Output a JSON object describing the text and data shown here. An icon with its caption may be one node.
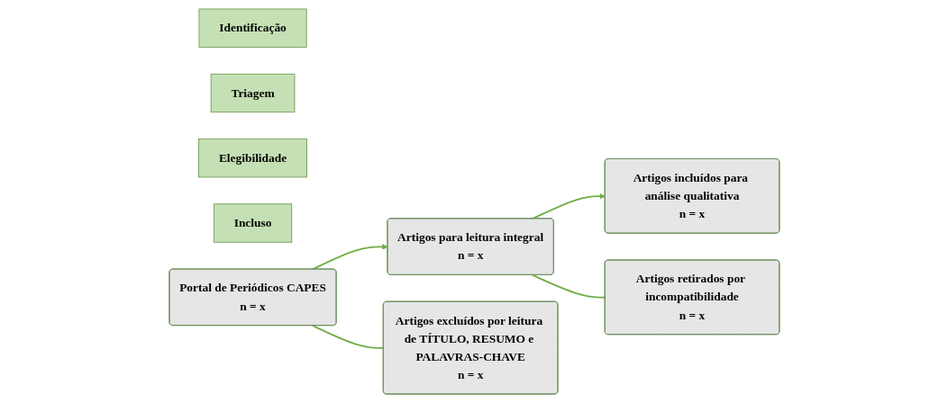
{
  "diagram": {
    "nodes": [
      {
        "text": [
          "Identificação"
        ]
      },
      {
        "text": [
          "Triagem"
        ]
      },
      {
        "text": [
          "Elegibilidade"
        ]
      },
      {
        "text": [
          "Incluso"
        ]
      },
      {
        "text": [
          "Portal de Periódicos CAPES",
          "n = x"
        ]
      },
      {
        "text": [
          "Artigos para leitura integral",
          "n = x"
        ]
      },
      {
        "text": [
          "Artigos incluídos para análise qualitativa",
          "n = x"
        ]
      },
      {
        "text": [
          "Artigos excluídos por leitura de TÍTULO, RESUMO e PALAVRAS-CHAVE",
          "n = x"
        ]
      },
      {
        "text": [
          "Artigos retirados por incompatibilidade",
          "n = x"
        ]
      }
    ],
    "edges": [
      {
        "from": 4,
        "to": 5,
        "arrow": "to"
      },
      {
        "from": 4,
        "to": 7,
        "arrow": "none"
      },
      {
        "from": 5,
        "to": 6,
        "arrow": "to"
      },
      {
        "from": 5,
        "to": 8,
        "arrow": "none"
      }
    ]
  }
}
